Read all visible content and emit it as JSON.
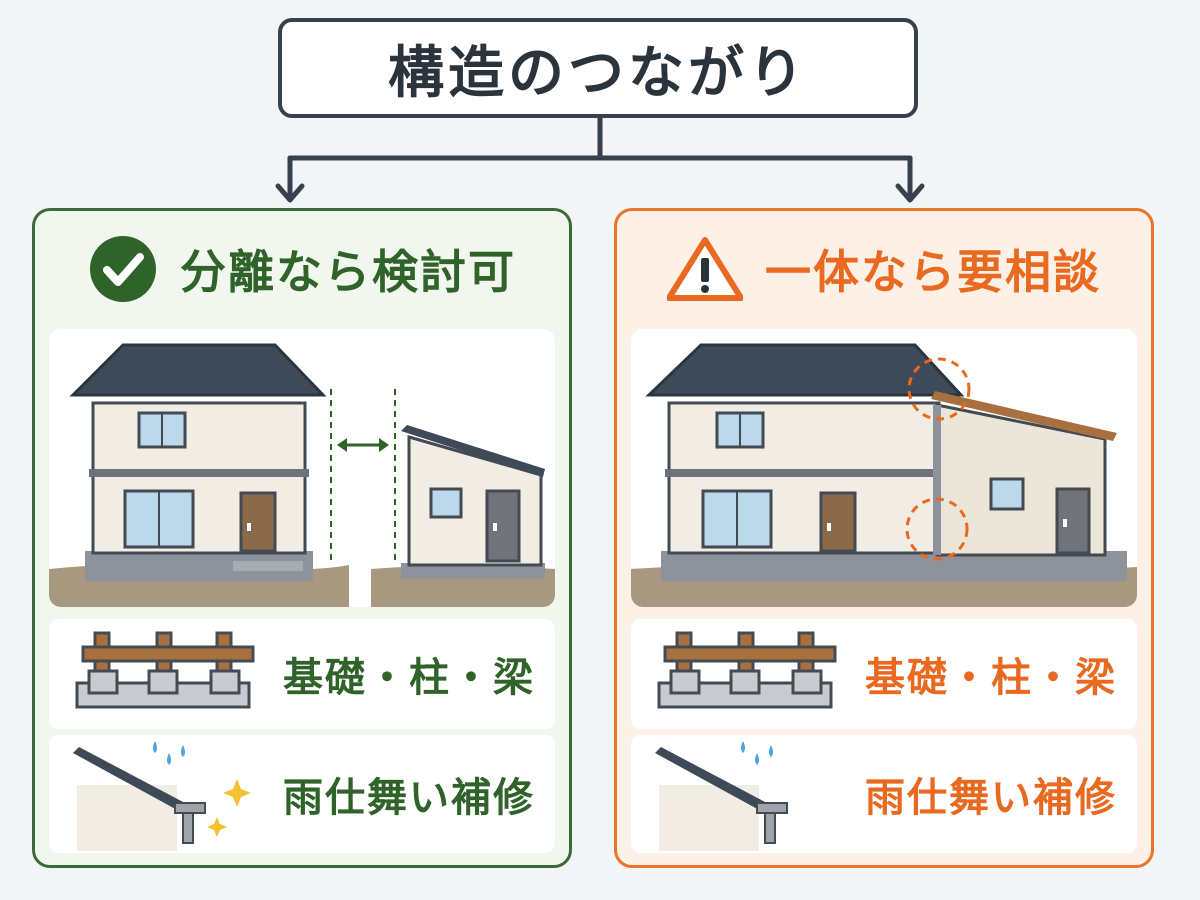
{
  "header": {
    "title": "構造のつながり"
  },
  "left_panel": {
    "title": "分離なら検討可",
    "status_icon": "checkmark-circle-icon",
    "accent_color": "#2f6329",
    "items": [
      {
        "label": "基礎・柱・梁",
        "icon": "foundation-frame-icon"
      },
      {
        "label": "雨仕舞い補修",
        "icon": "roof-gutter-rain-icon"
      }
    ]
  },
  "right_panel": {
    "title": "一体なら要相談",
    "status_icon": "warning-triangle-icon",
    "accent_color": "#e8691f",
    "items": [
      {
        "label": "基礎・柱・梁",
        "icon": "foundation-frame-icon"
      },
      {
        "label": "雨仕舞い補修",
        "icon": "roof-gutter-rain-icon"
      }
    ]
  }
}
